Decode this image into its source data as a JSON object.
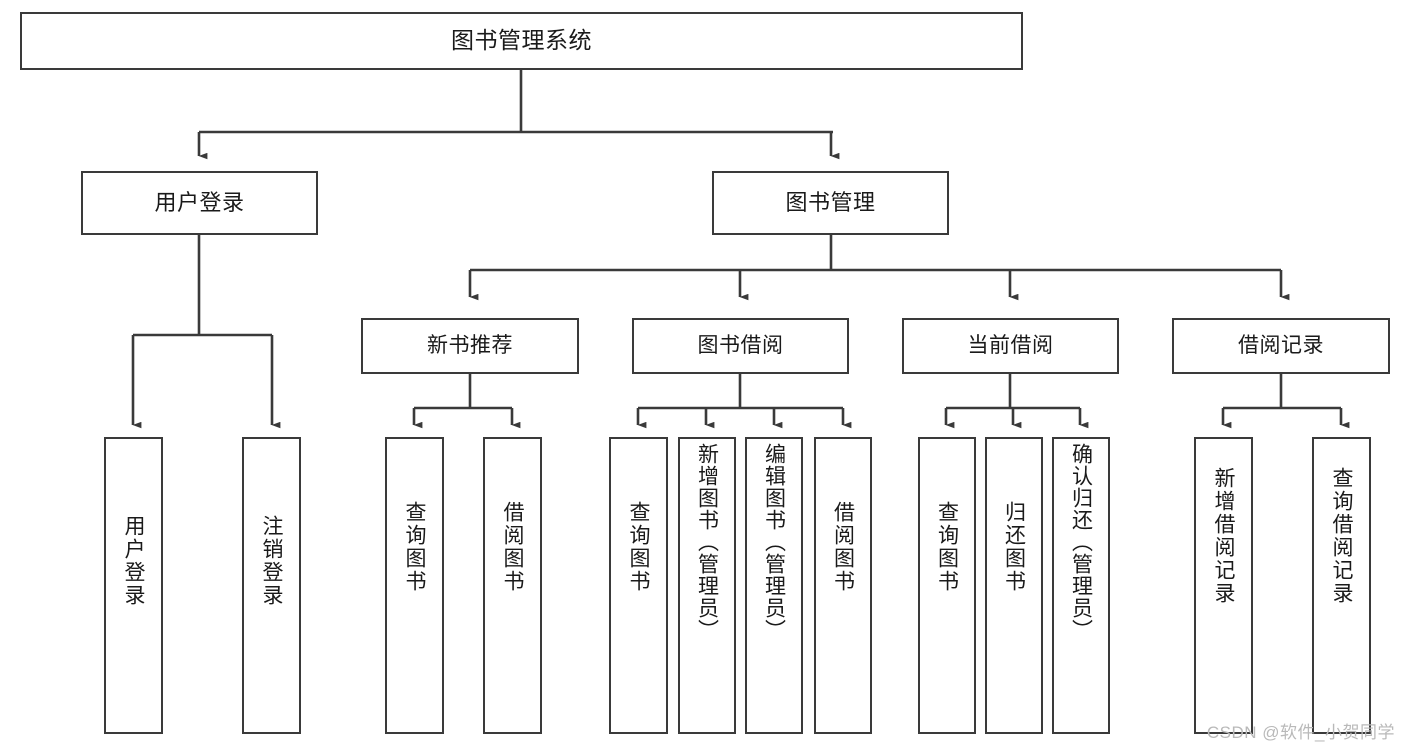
{
  "diagram": {
    "title": "图书管理系统",
    "watermark": "CSDN @软件_小贺同学",
    "type": "tree-hierarchy-diagram",
    "colors": {
      "stroke": "#3a3a3a",
      "fill": "#ffffff",
      "text": "#1a1a1a",
      "watermark": "#b9b9b9"
    },
    "nodes": {
      "root": {
        "label": "图书管理系统"
      },
      "level1": [
        {
          "id": "user-login",
          "label": "用户登录"
        },
        {
          "id": "book-manage",
          "label": "图书管理"
        }
      ],
      "level2": [
        {
          "id": "new-book-recommend",
          "label": "新书推荐"
        },
        {
          "id": "book-borrow",
          "label": "图书借阅"
        },
        {
          "id": "current-borrow",
          "label": "当前借阅"
        },
        {
          "id": "borrow-record",
          "label": "借阅记录"
        }
      ],
      "leaves": {
        "user-login": [
          {
            "id": "leaf-user-login",
            "label": "用户登录"
          },
          {
            "id": "leaf-logout-login",
            "label": "注销登录"
          }
        ],
        "new-book-recommend": [
          {
            "id": "leaf-query-book-1",
            "label": "查询图书"
          },
          {
            "id": "leaf-borrow-book-1",
            "label": "借阅图书"
          }
        ],
        "book-borrow": [
          {
            "id": "leaf-query-book-2",
            "label": "查询图书"
          },
          {
            "id": "leaf-add-book",
            "label": "新增图书（管理员）"
          },
          {
            "id": "leaf-edit-book",
            "label": "编辑图书（管理员）"
          },
          {
            "id": "leaf-borrow-book-2",
            "label": "借阅图书"
          }
        ],
        "current-borrow": [
          {
            "id": "leaf-query-book-3",
            "label": "查询图书"
          },
          {
            "id": "leaf-return-book",
            "label": "归还图书"
          },
          {
            "id": "leaf-confirm-return",
            "label": "确认归还（管理员）"
          }
        ],
        "borrow-record": [
          {
            "id": "leaf-add-record",
            "label": "新增借阅记录"
          },
          {
            "id": "leaf-query-record",
            "label": "查询借阅记录"
          }
        ]
      }
    }
  }
}
